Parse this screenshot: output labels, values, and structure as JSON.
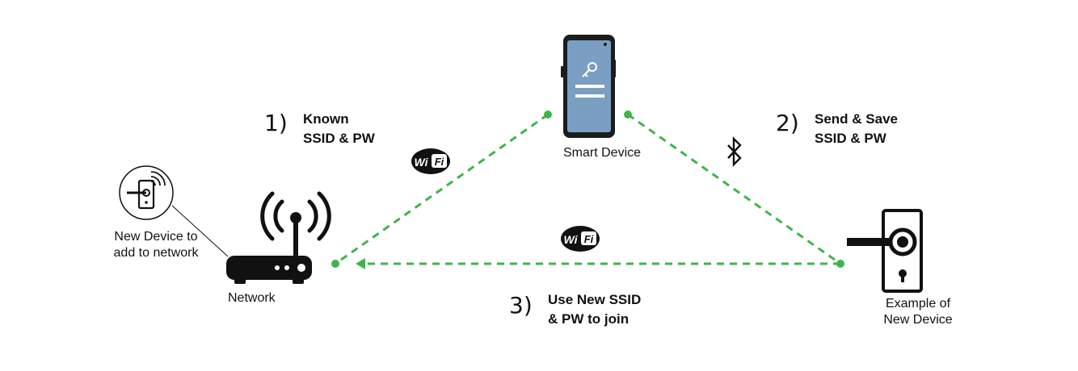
{
  "colors": {
    "dash": "#3fb549",
    "dot": "#3fb549",
    "ink": "#111111",
    "phone_screen": "#7a9fc3",
    "phone_frame": "#1c1c1c"
  },
  "icons": {
    "phone": "smartphone-icon",
    "key": "key-icon",
    "router": "router-icon",
    "lock": "door-lock-icon",
    "bluetooth": "bluetooth-icon",
    "wifi": "wifi-logo-icon"
  },
  "labels": {
    "smart_device": "Smart Device",
    "network": "Network",
    "example_line1": "Example of",
    "example_line2": "New Device",
    "new_device_line1": "New Device to",
    "new_device_line2": "add to network"
  },
  "steps": [
    {
      "num": "1)",
      "line1": "Known",
      "line2": "SSID & PW"
    },
    {
      "num": "2)",
      "line1": "Send & Save",
      "line2": "SSID & PW"
    },
    {
      "num": "3)",
      "line1": "Use New SSID",
      "line2": "& PW to join"
    }
  ],
  "wifi_badge": {
    "part1": "Wi",
    "part2": "Fi"
  }
}
